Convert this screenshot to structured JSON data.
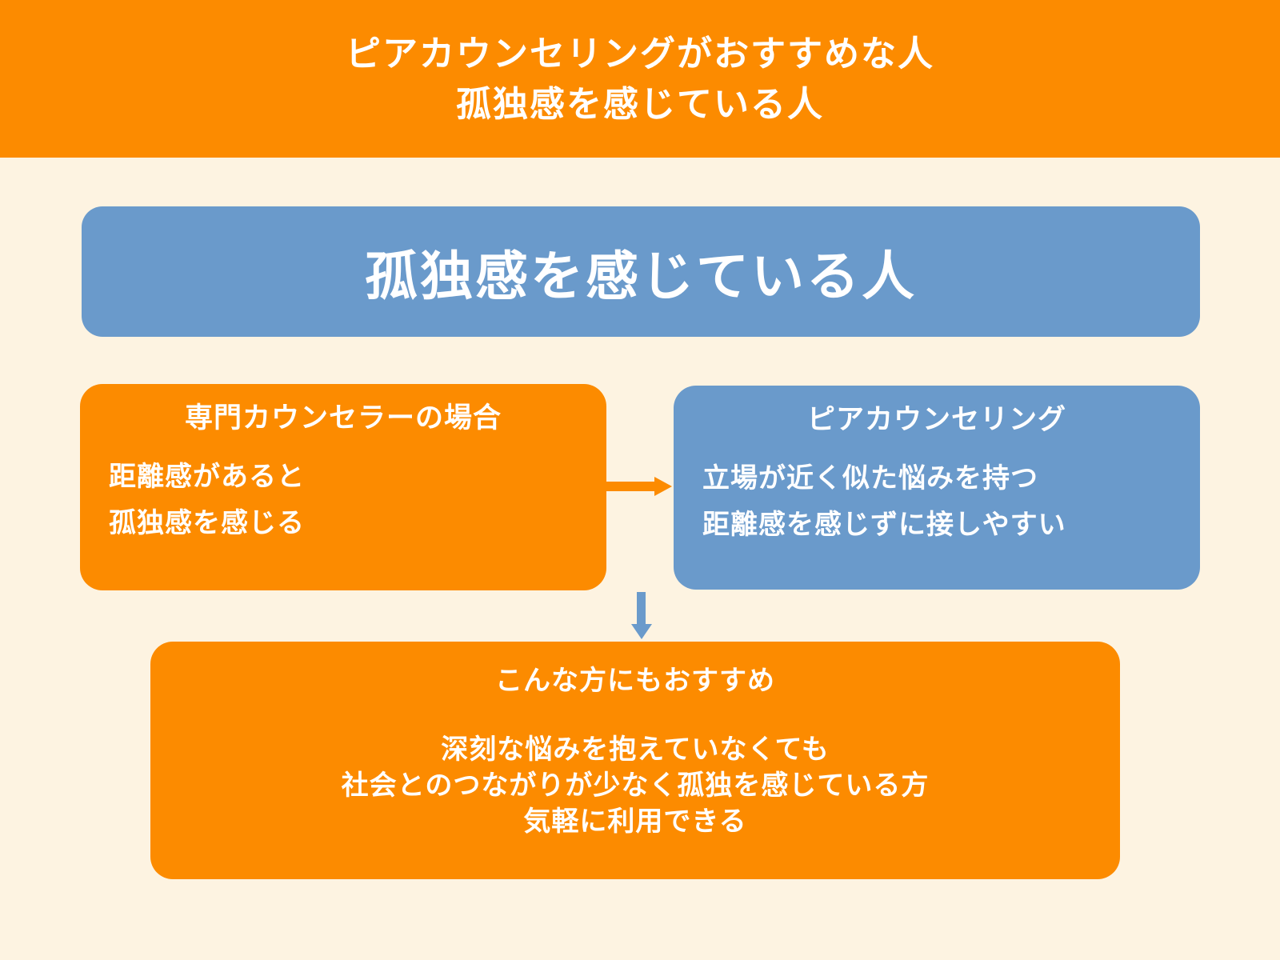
{
  "colors": {
    "orange": "#FC8B00",
    "blue": "#6A9ACB",
    "cream_background": "#FDF3E1",
    "text_white": "#FFFFFF"
  },
  "icons": {
    "flow_arrow_right": "right-arrow triangle shape (orange)",
    "flow_arrow_down": "down-arrow triangle shape (blue)"
  },
  "header": {
    "line1": "ピアカウンセリングがおすすめな人",
    "line2": "孤独感を感じている人"
  },
  "banner": {
    "title": "孤独感を感じている人"
  },
  "left_box": {
    "title": "専門カウンセラーの場合",
    "lines": [
      "距離感があると",
      "孤独感を感じる"
    ]
  },
  "right_box": {
    "title": "ピアカウンセリング",
    "lines": [
      "立場が近く似た悩みを持つ",
      "距離感を感じずに接しやすい"
    ]
  },
  "bottom_box": {
    "title": "こんな方にもおすすめ",
    "lines": [
      "深刻な悩みを抱えていなくても",
      "社会とのつながりが少なく孤独を感じている方",
      "気軽に利用できる"
    ]
  }
}
